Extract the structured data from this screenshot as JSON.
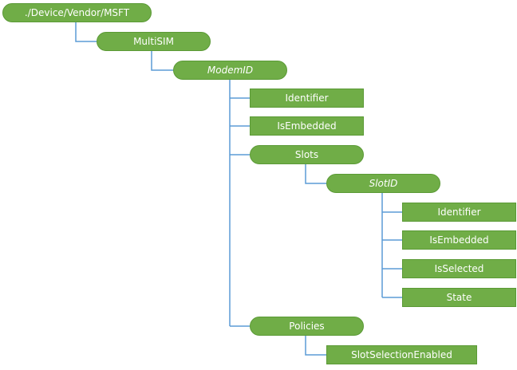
{
  "tree": {
    "root": "./Device/Vendor/MSFT",
    "multisim": "MultiSIM",
    "modemid": "ModemID",
    "identifier": "Identifier",
    "isembedded": "IsEmbedded",
    "slots": "Slots",
    "slotid": "SlotID",
    "slot_identifier": "Identifier",
    "slot_isembedded": "IsEmbedded",
    "slot_isselected": "IsSelected",
    "slot_state": "State",
    "policies": "Policies",
    "slotselectionenabled": "SlotSelectionEnabled"
  },
  "colors": {
    "node_fill": "#70ad47",
    "node_border": "#5b9a36",
    "connector": "#5b9bd5",
    "text": "#ffffff"
  }
}
